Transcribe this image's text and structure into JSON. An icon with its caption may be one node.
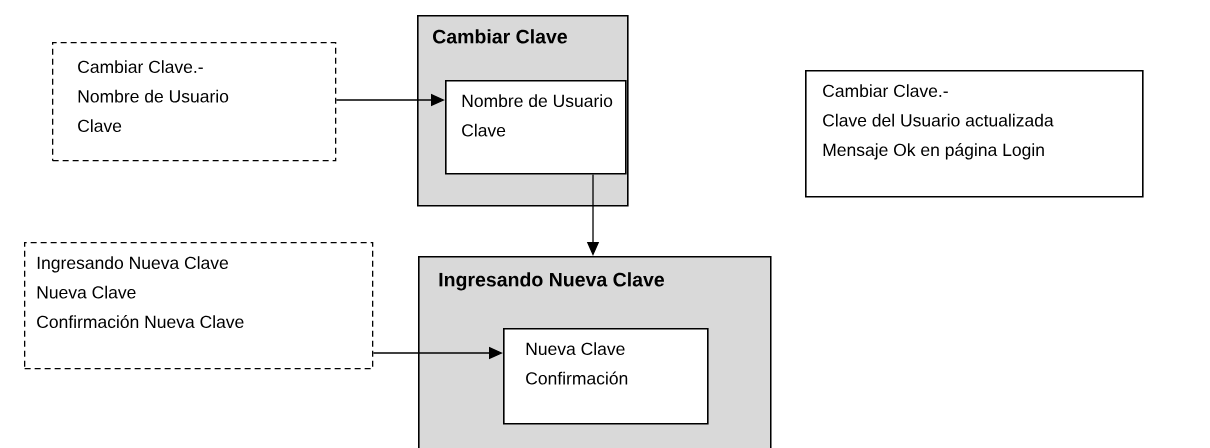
{
  "diagram": {
    "nodes": [
      {
        "text": [
          "Cambiar Clave.-",
          "Nombre de Usuario",
          "Clave"
        ]
      },
      {
        "text": [
          "Cambiar Clave"
        ]
      },
      {
        "text": [
          "Nombre de Usuario",
          "Clave"
        ],
        "in": 1
      },
      {
        "text": [
          "Cambiar Clave.-",
          "Clave del Usuario actualizada",
          "Mensaje Ok en página Login"
        ]
      },
      {
        "text": [
          "Ingresando Nueva Clave",
          "Nueva Clave",
          "Confirmación Nueva Clave"
        ]
      },
      {
        "text": [
          "Ingresando Nueva Clave"
        ]
      },
      {
        "text": [
          "Nueva Clave",
          "Confirmación"
        ],
        "in": 5
      }
    ],
    "edges": [
      {
        "from": 0,
        "to": 2,
        "arrow": "to"
      },
      {
        "from": 2,
        "to": 5,
        "arrow": "to"
      },
      {
        "from": 4,
        "to": 6,
        "arrow": "to"
      }
    ]
  }
}
